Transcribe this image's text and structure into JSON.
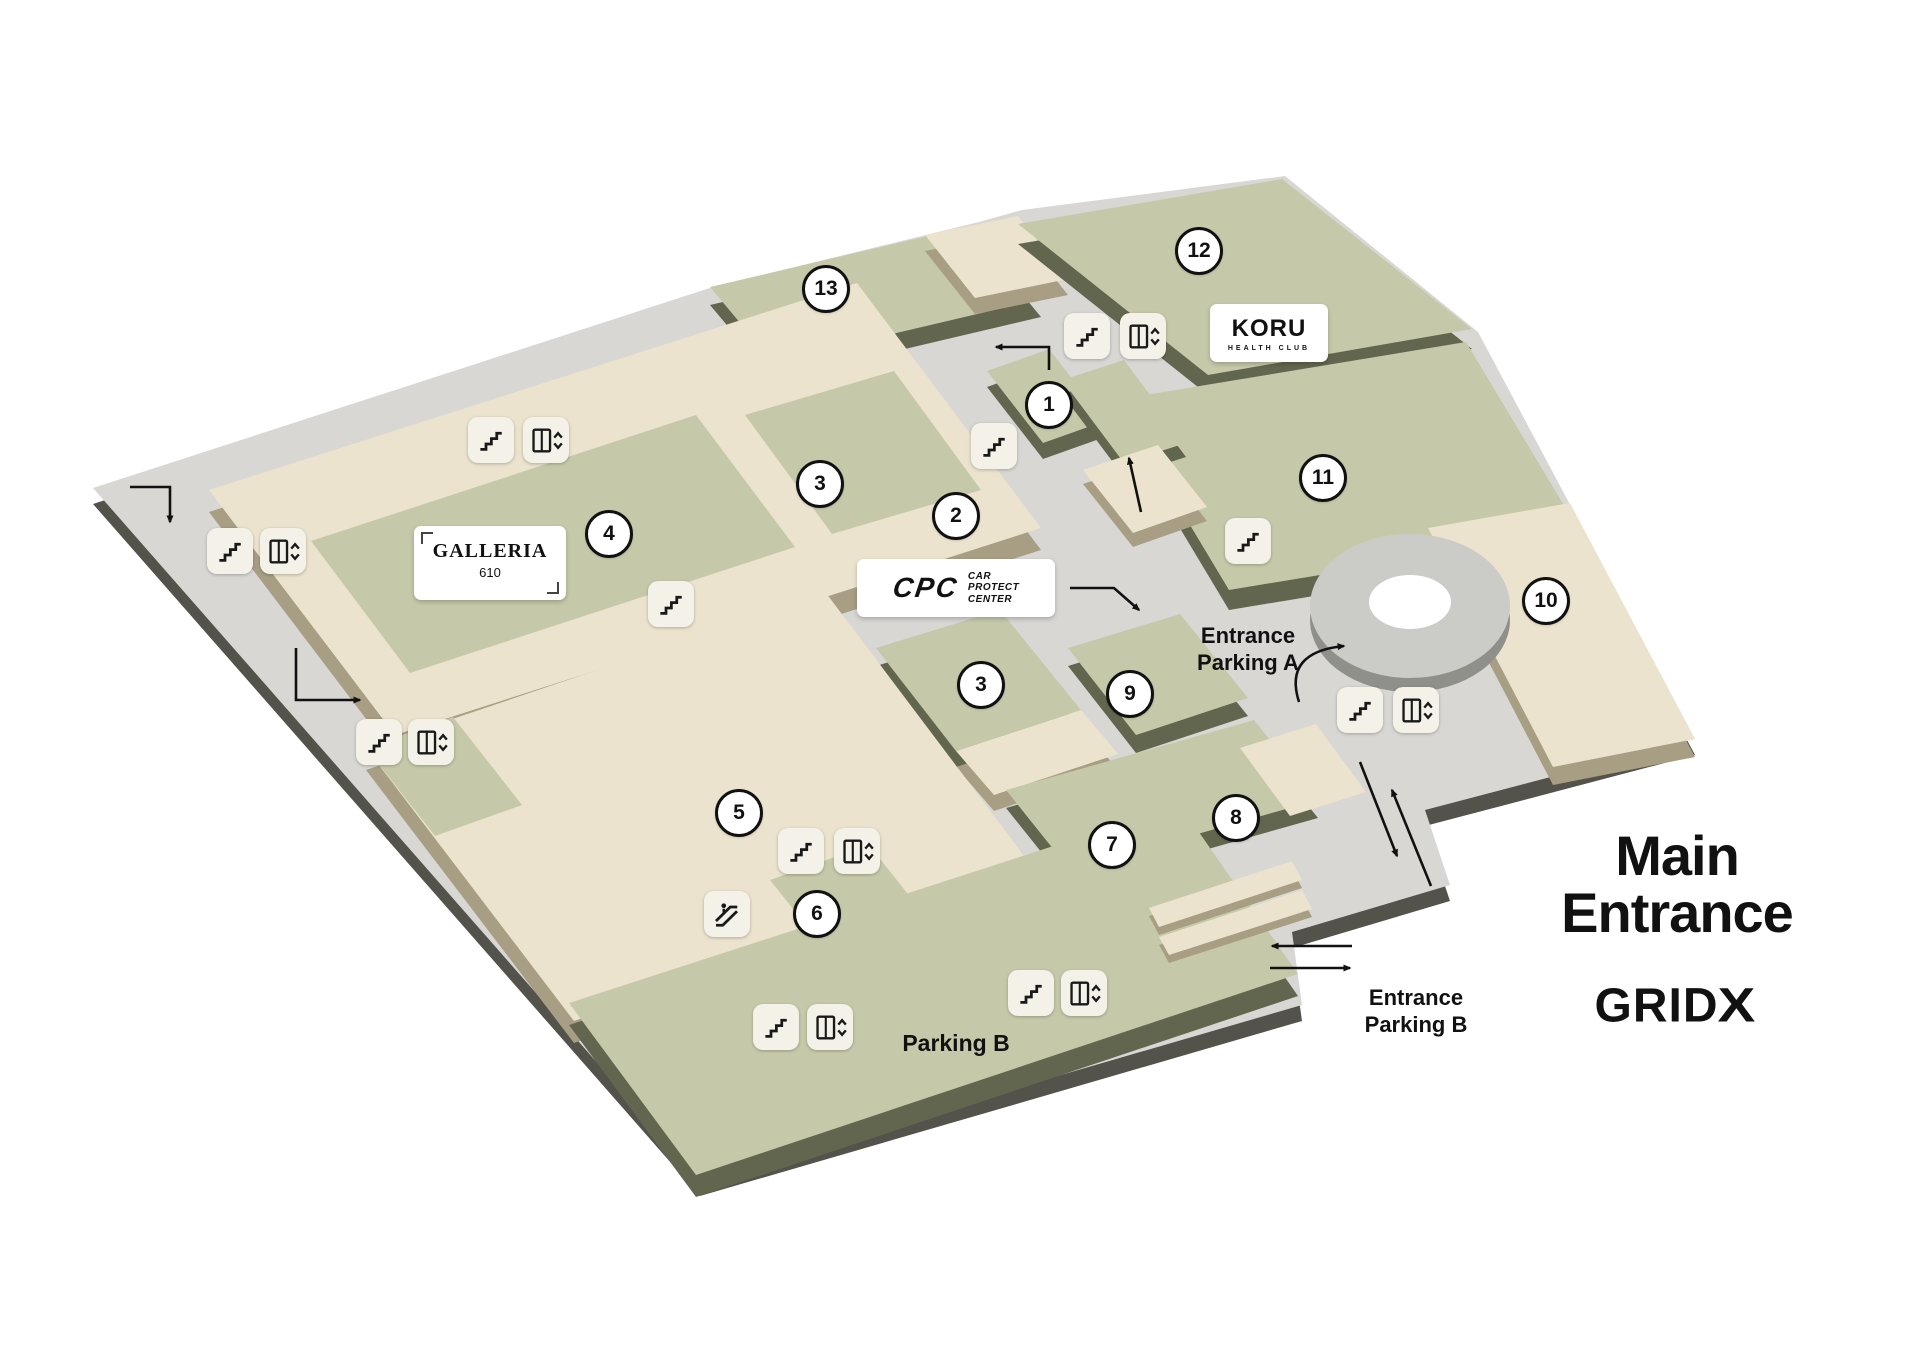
{
  "badges": [
    "1",
    "2",
    "3",
    "3",
    "4",
    "5",
    "6",
    "7",
    "8",
    "9",
    "10",
    "11",
    "12",
    "13"
  ],
  "tenants": {
    "galleria": {
      "name": "GALLERIA",
      "number": "610"
    },
    "koru": {
      "name": "KORU",
      "subtitle": "HEALTH CLUB"
    },
    "cpc": {
      "abbr": "CPC",
      "name_lines": [
        "CAR",
        "PROTECT",
        "CENTER"
      ]
    }
  },
  "labels": {
    "entrance_parking_a": [
      "Entrance",
      "Parking A"
    ],
    "entrance_parking_b": [
      "Entrance",
      "Parking B"
    ],
    "parking_b": "Parking B",
    "main_entrance": [
      "Main",
      "Entrance"
    ],
    "brand_text": "GRID",
    "brand_mark": "X"
  },
  "icons": {
    "stairs": "stairs-icon",
    "elevator": "elevator-icon",
    "escalator": "escalator-icon"
  },
  "colors": {
    "floor": "#d8d7d4",
    "unit_green": "#c6c9a9",
    "unit_tan": "#ebe3cd",
    "plate_side": "#53534b",
    "text": "#111111",
    "label_bg": "#ffffff"
  }
}
